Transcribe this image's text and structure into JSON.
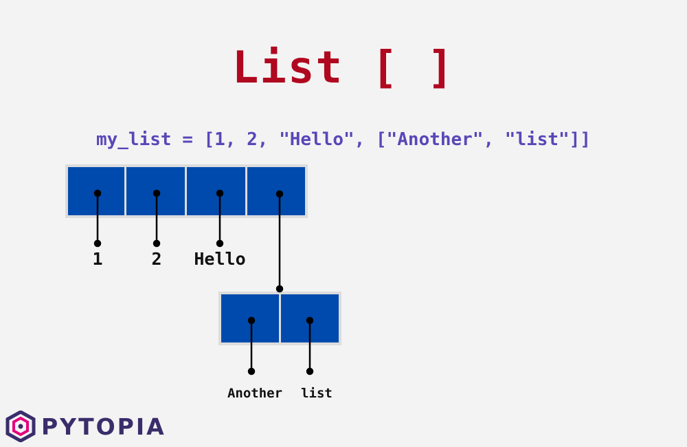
{
  "title": "List [ ]",
  "code_line": "my_list = [1, 2, \"Hello\", [\"Another\", \"list\"]]",
  "outer_list": {
    "items": [
      "1",
      "2",
      "Hello",
      ""
    ]
  },
  "inner_list": {
    "items": [
      "Another",
      "list"
    ]
  },
  "logo": {
    "text": "PYTOPIA",
    "icon": "pytopia-hexagon-logo-icon"
  },
  "colors": {
    "title": "#b0081f",
    "code": "#5947b8",
    "cell_fill": "#004aad",
    "cell_border": "#dcdcdc",
    "background": "#f3f3f3",
    "logo": "#3a2d6b"
  }
}
